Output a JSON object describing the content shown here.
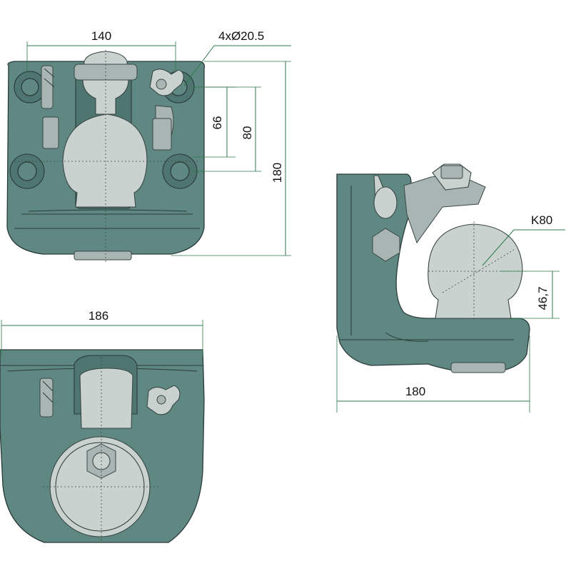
{
  "drawing": {
    "colors": {
      "body": "#5f8883",
      "metal": "#c9d2cf",
      "dimension_line": "#2c7a4b",
      "text": "#111111"
    },
    "dimensions": {
      "top_width": "140",
      "holes": "4xØ20.5",
      "hole_spacing_small": "66",
      "hole_spacing_large": "80",
      "top_height": "180",
      "bottom_width": "186",
      "ball": "K80",
      "ball_height": "46,7",
      "side_width": "180"
    }
  }
}
